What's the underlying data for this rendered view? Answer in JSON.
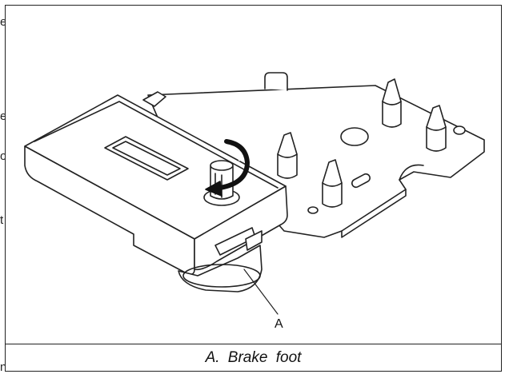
{
  "margin_fragments": [
    "et",
    "e",
    "or",
    "t",
    "n"
  ],
  "figure": {
    "callout_label": "A",
    "caption": "A.  Brake  foot"
  },
  "colors": {
    "line": "#222222",
    "fill": "#ffffff"
  }
}
